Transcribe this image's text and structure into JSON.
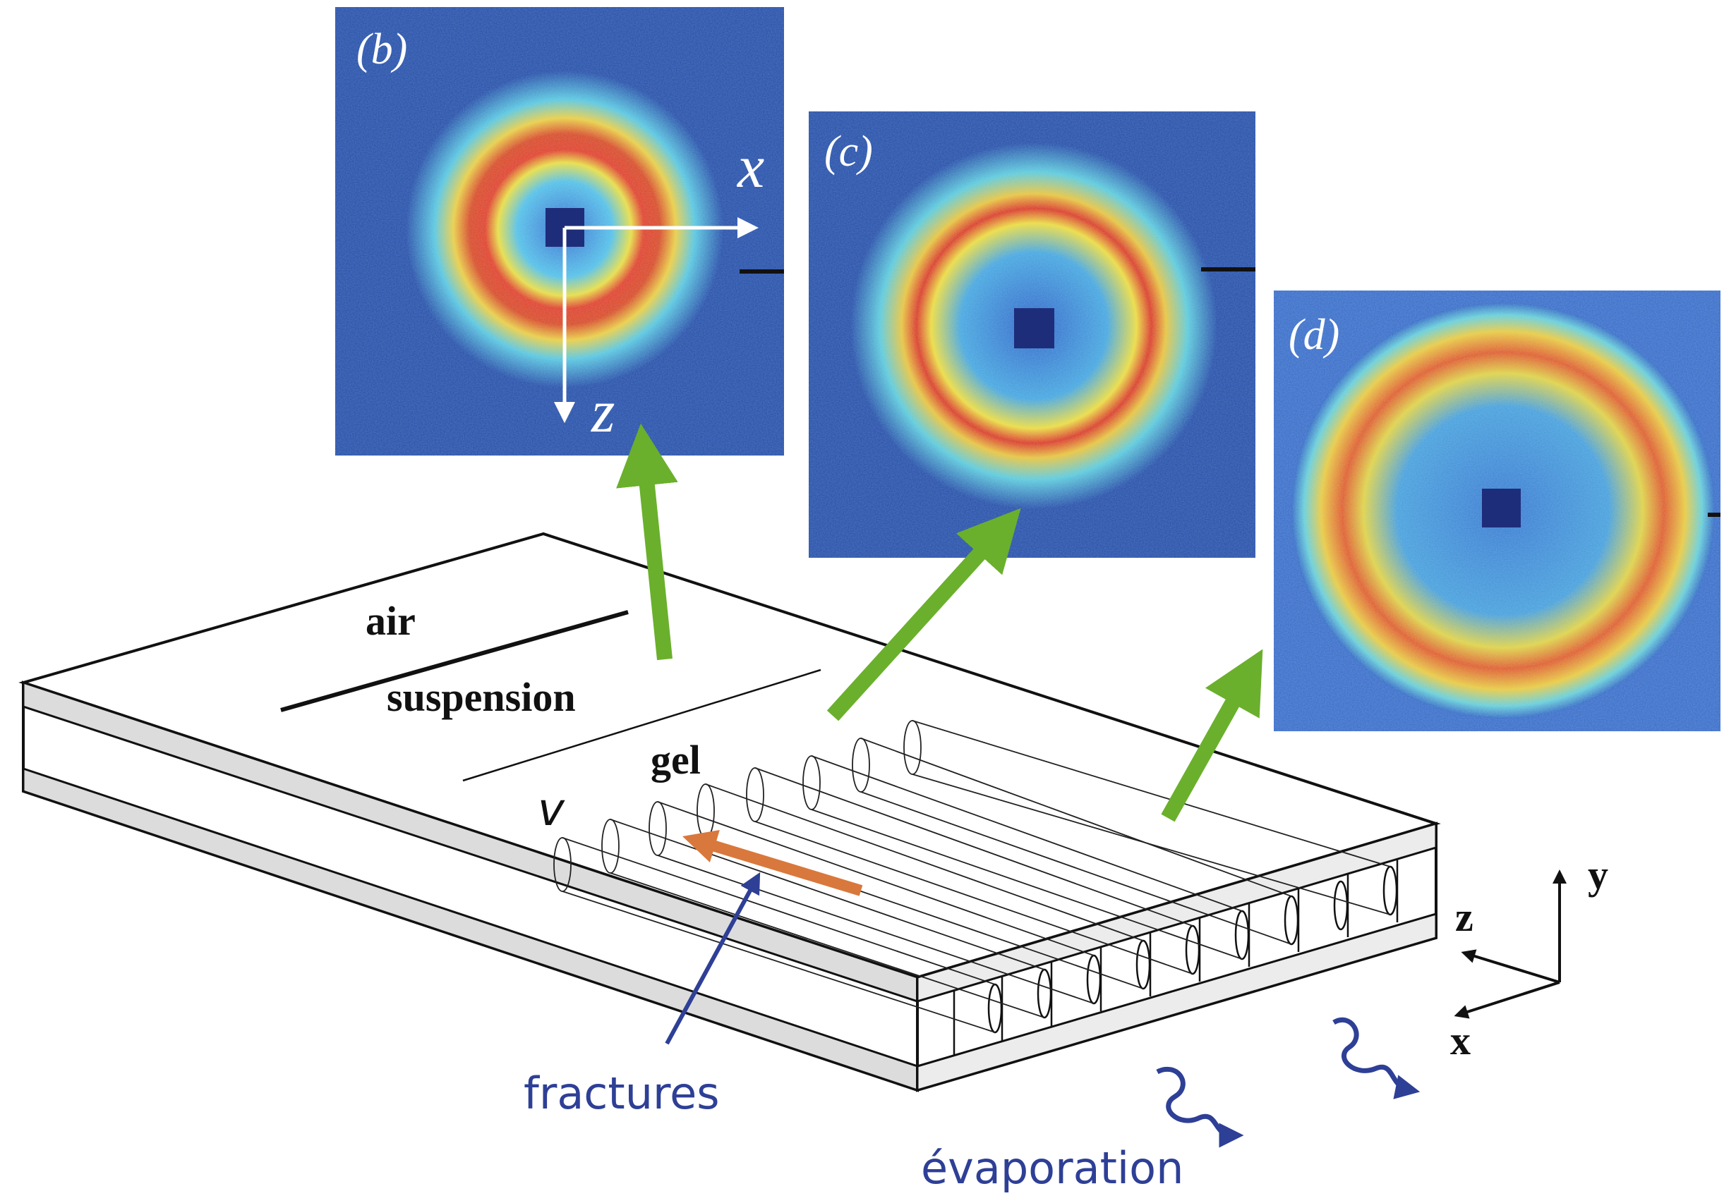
{
  "panels": {
    "b": {
      "label": "(b)",
      "axis_x": "x",
      "axis_z": "z"
    },
    "c": {
      "label": "(c)"
    },
    "d": {
      "label": "(d)"
    }
  },
  "cell": {
    "air": "air",
    "suspension": "suspension",
    "gel": "gel",
    "velocity": "v",
    "fractures": "fractures",
    "evaporation": "évaporation"
  },
  "triad": {
    "y": "y",
    "z": "z",
    "x": "x"
  },
  "colors": {
    "arrow_green": "#6ab02c",
    "label_blue": "#2e3f96",
    "velocity_orange": "#d9783c",
    "saxs_background": "#2a4fa8",
    "line": "#111111"
  }
}
